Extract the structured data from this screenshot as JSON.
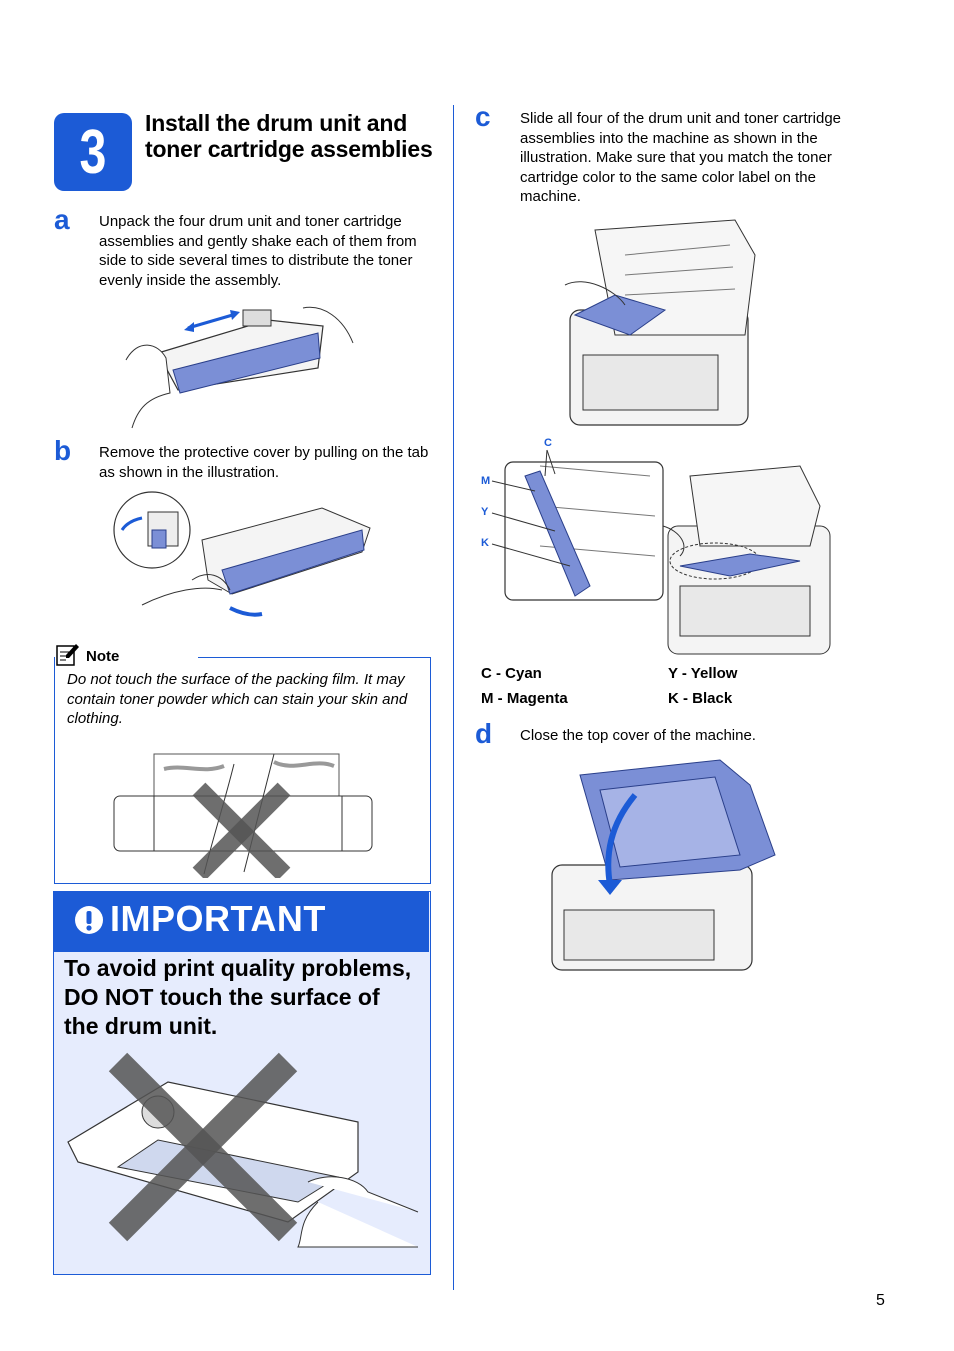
{
  "step": {
    "number": "3",
    "title": "Install the drum unit and toner cartridge assemblies"
  },
  "steps": {
    "a": {
      "letter": "a",
      "text": "Unpack the four drum unit and toner cartridge assemblies and gently shake each of them from side to side several times to distribute the toner evenly inside the assembly."
    },
    "b": {
      "letter": "b",
      "text": "Remove the protective cover by pulling on the tab as shown in the illustration."
    },
    "c": {
      "letter": "c",
      "text": "Slide all four of the drum unit and toner cartridge assemblies into the machine as shown in the illustration. Make sure that you match the toner cartridge color to the same color label on the machine."
    },
    "d": {
      "letter": "d",
      "text": "Close the top cover of the machine."
    }
  },
  "note": {
    "label": "Note",
    "text": "Do not touch the surface of the packing film. It may contain toner powder which can stain your skin and clothing."
  },
  "important": {
    "title": "IMPORTANT",
    "text": "To avoid print quality problems, DO NOT touch the surface of the drum unit."
  },
  "callouts": {
    "c": "C",
    "m": "M",
    "y": "Y",
    "k": "K"
  },
  "legend": {
    "cyan": "C - Cyan",
    "magenta": "M - Magenta",
    "yellow": "Y - Yellow",
    "black": "K - Black"
  },
  "page_number": "5",
  "colors": {
    "accent": "#1c5bd6",
    "important_bg": "#e6ecfd",
    "cartridge": "#7b8fd6"
  }
}
